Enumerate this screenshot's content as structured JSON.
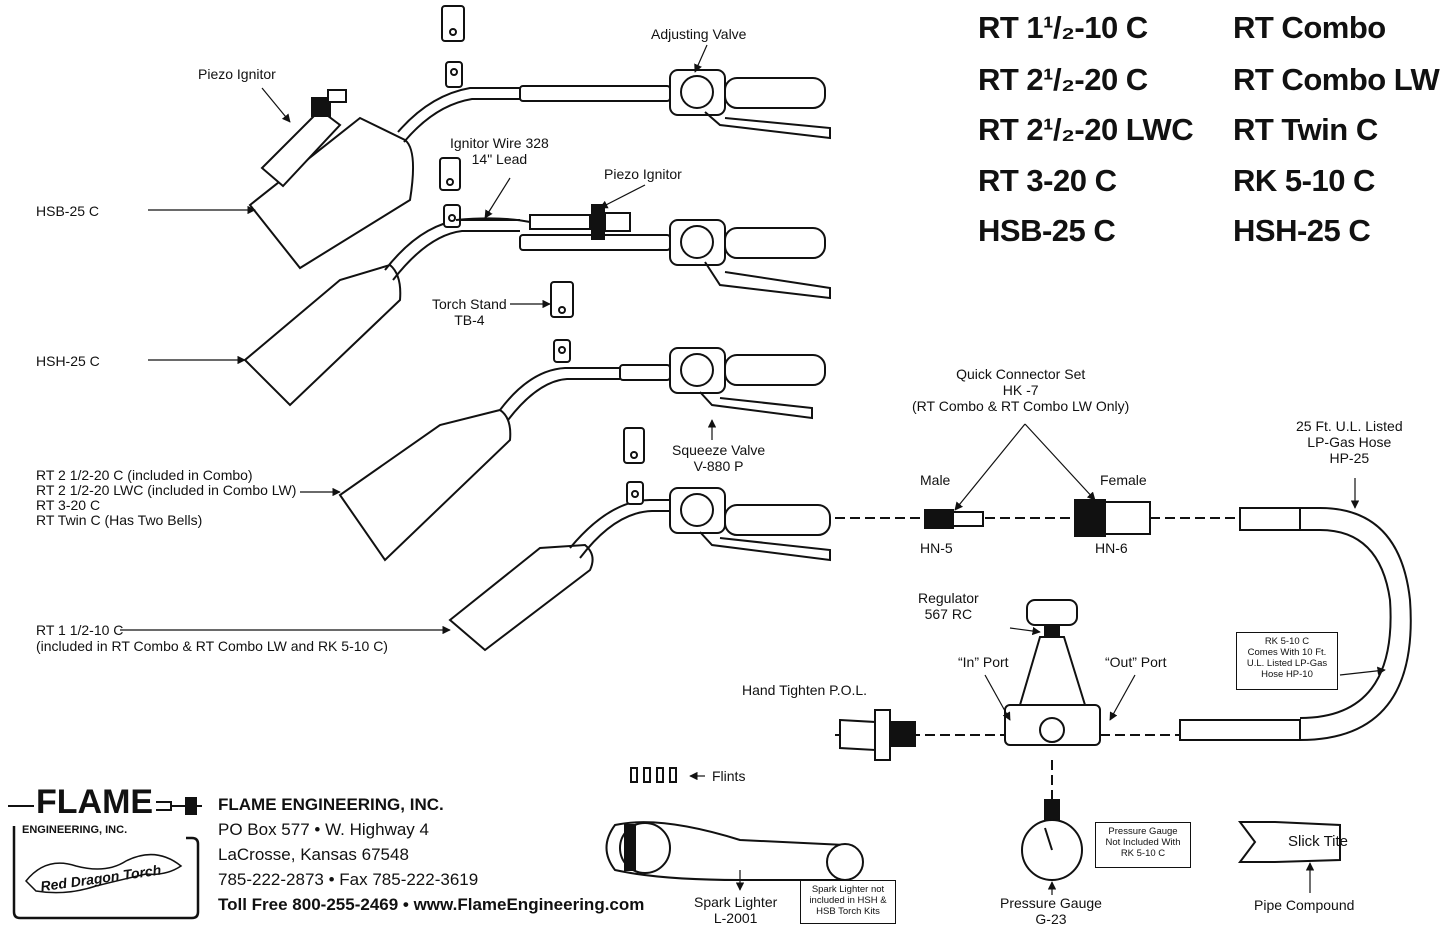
{
  "models": {
    "col1": [
      "RT 1¹/₂-10 C",
      "RT 2¹/₂-20 C",
      "RT 2¹/₂-20 LWC",
      "RT 3-20 C",
      "HSB-25 C"
    ],
    "col2": [
      "RT Combo",
      "RT Combo LW",
      "RT Twin C",
      "RK 5-10 C",
      "HSH-25 C"
    ]
  },
  "labels": {
    "piezo_ignitor_1": "Piezo Ignitor",
    "adjusting_valve": "Adjusting Valve",
    "ignitor_wire_1": "Ignitor Wire 328",
    "ignitor_wire_2": "14\" Lead",
    "piezo_ignitor_2": "Piezo Ignitor",
    "hsb": "HSB-25 C",
    "hsh": "HSH-25 C",
    "torch_stand_1": "Torch Stand",
    "torch_stand_2": "TB-4",
    "rt_group_1": "RT 2 1/2-20 C (included in Combo)",
    "rt_group_2": "RT 2 1/2-20 LWC (included in Combo LW)",
    "rt_group_3": "RT 3-20 C",
    "rt_group_4": "RT Twin C (Has Two Bells)",
    "squeeze_valve_1": "Squeeze Valve",
    "squeeze_valve_2": "V-880 P",
    "rt15_1": "RT 1 1/2-10 C",
    "rt15_2": "(included in RT Combo & RT Combo LW and RK 5-10 C)",
    "qc_1": "Quick Connector Set",
    "qc_2": "HK -7",
    "qc_3": "(RT Combo & RT Combo LW Only)",
    "male": "Male",
    "female": "Female",
    "hn5": "HN-5",
    "hn6": "HN-6",
    "hose_1": "25 Ft. U.L. Listed",
    "hose_2": "LP-Gas Hose",
    "hose_3": "HP-25",
    "regulator_1": "Regulator",
    "regulator_2": "567 RC",
    "in_port": "“In” Port",
    "out_port": "“Out” Port",
    "hand_tighten": "Hand Tighten P.O.L.",
    "flints": "Flints",
    "spark_lighter_1": "Spark Lighter",
    "spark_lighter_2": "L-2001",
    "pressure_gauge_1": "Pressure Gauge",
    "pressure_gauge_2": "G-23",
    "pipe_compound": "Pipe Compound",
    "slick_tite": "Slick Tite"
  },
  "notes": {
    "rk_hose": [
      "RK 5-10 C",
      "Comes With 10 Ft.",
      "U.L. Listed LP-Gas",
      "Hose HP-10"
    ],
    "gauge": [
      "Pressure Gauge",
      "Not Included With",
      "RK 5-10 C"
    ],
    "spark": [
      "Spark Lighter not",
      "included in HSH &",
      "HSB Torch Kits"
    ]
  },
  "logo": {
    "word": "FLAME",
    "sub": "ENGINEERING, INC.",
    "brand": "Red Dragon Torch"
  },
  "company": {
    "name": "FLAME ENGINEERING, INC.",
    "address1": "PO Box 577 • W. Highway 4",
    "address2": "LaCrosse, Kansas  67548",
    "phone": "785-222-2873 • Fax 785-222-3619",
    "tollfree": "Toll Free 800-255-2469  •  www.FlameEngineering.com"
  }
}
